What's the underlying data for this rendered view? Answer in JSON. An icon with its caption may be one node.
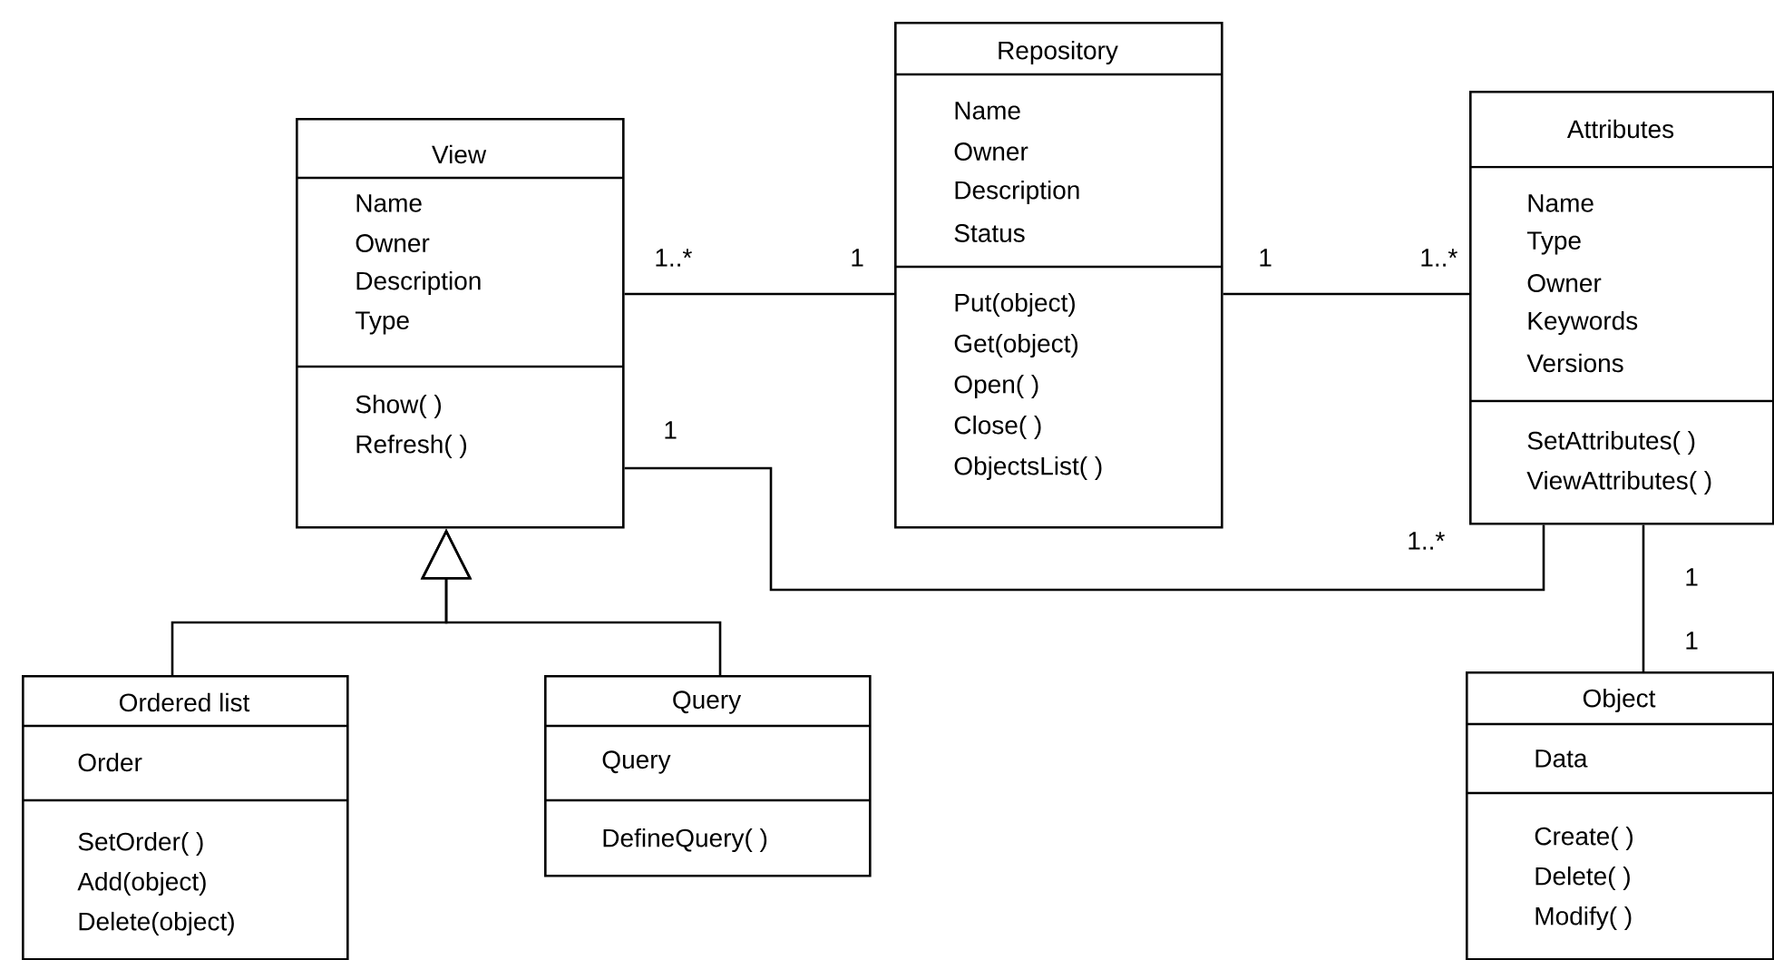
{
  "diagram": {
    "nodes": [
      {
        "text": [
          "View",
          "Name",
          "Owner",
          "Description",
          "Type",
          "Show( )",
          "Refresh( )"
        ]
      },
      {
        "text": [
          "Repository",
          "Name",
          "Owner",
          "Description",
          "Status",
          "Put(object)",
          "Get(object)",
          "Open( )",
          "Close( )",
          "ObjectsList( )"
        ]
      },
      {
        "text": [
          "Attributes",
          "Name",
          "Type",
          "Owner",
          "Keywords",
          "Versions",
          "SetAttributes( )",
          "ViewAttributes( )"
        ]
      },
      {
        "text": [
          "Ordered list",
          "Order",
          "SetOrder( )",
          "Add(object)",
          "Delete(object)"
        ]
      },
      {
        "text": [
          "Query",
          "Query",
          "DefineQuery( )"
        ]
      },
      {
        "text": [
          "Object",
          "Data",
          "Create( )",
          "Delete( )",
          "Modify( )"
        ]
      }
    ],
    "edges": [
      {
        "from": 0,
        "to": 1,
        "arrow": "none"
      },
      {
        "from": 1,
        "to": 2,
        "arrow": "none"
      },
      {
        "from": 0,
        "to": 2,
        "arrow": "none"
      },
      {
        "from": 2,
        "to": 5,
        "arrow": "none"
      },
      {
        "from": 3,
        "to": 0,
        "arrow": "to"
      },
      {
        "from": 4,
        "to": 0,
        "arrow": "to"
      }
    ],
    "labels": [
      "1..*",
      "1",
      "1",
      "1..*",
      "1",
      "1..*",
      "1",
      "1"
    ]
  }
}
